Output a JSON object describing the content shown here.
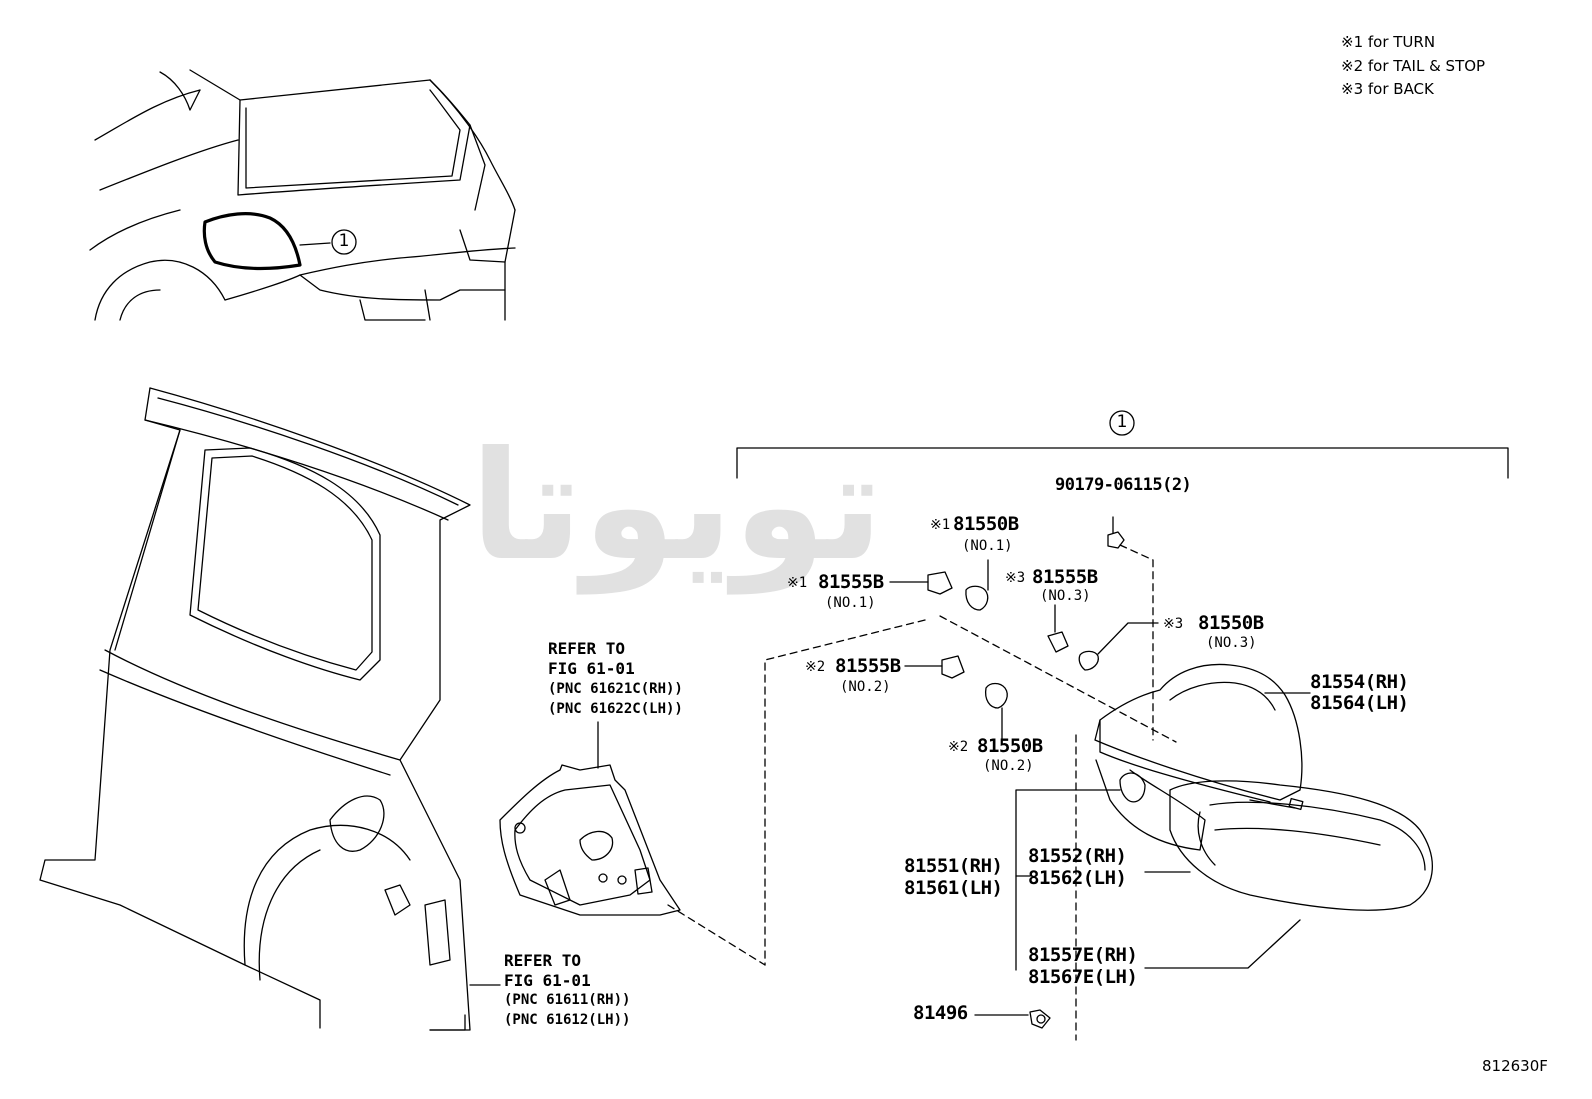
{
  "legend": {
    "note1": "※1 for TURN",
    "note2": "※2 for TAIL & STOP",
    "note3": "※3 for BACK"
  },
  "callout_number": "1",
  "watermark": "تویوتا",
  "parts": {
    "screw": "90179-06115(2)",
    "bulb_turn_mark": "※1",
    "bulb_turn": "81550B",
    "bulb_turn_sub": "(NO.1)",
    "socket_turn_mark": "※1",
    "socket_turn": "81555B",
    "socket_turn_sub": "(NO.1)",
    "socket_back_mark": "※3",
    "socket_back": "81555B",
    "socket_back_sub": "(NO.3)",
    "bulb_back_mark": "※3",
    "bulb_back": "81550B",
    "bulb_back_sub": "(NO.3)",
    "socket_tail_mark": "※2",
    "socket_tail": "81555B",
    "socket_tail_sub": "(NO.2)",
    "bulb_tail_mark": "※2",
    "bulb_tail": "81550B",
    "bulb_tail_sub": "(NO.2)",
    "housing_rh": "81554(RH)",
    "housing_lh": "81564(LH)",
    "lamp_assy_rh": "81551(RH)",
    "lamp_assy_lh": "81561(LH)",
    "lens_rh": "81552(RH)",
    "lens_lh": "81562(LH)",
    "gasket_rh": "81557E(RH)",
    "gasket_lh": "81567E(LH)",
    "clip": "81496"
  },
  "refs": {
    "upper": {
      "line1": "REFER TO",
      "line2": "FIG 61-01",
      "line3": "(PNC 61621C(RH))",
      "line4": "(PNC 61622C(LH))"
    },
    "lower": {
      "line1": "REFER TO",
      "line2": "FIG 61-01",
      "line3": "(PNC 61611(RH))",
      "line4": "(PNC 61612(LH))"
    }
  },
  "figure_code": "812630F"
}
